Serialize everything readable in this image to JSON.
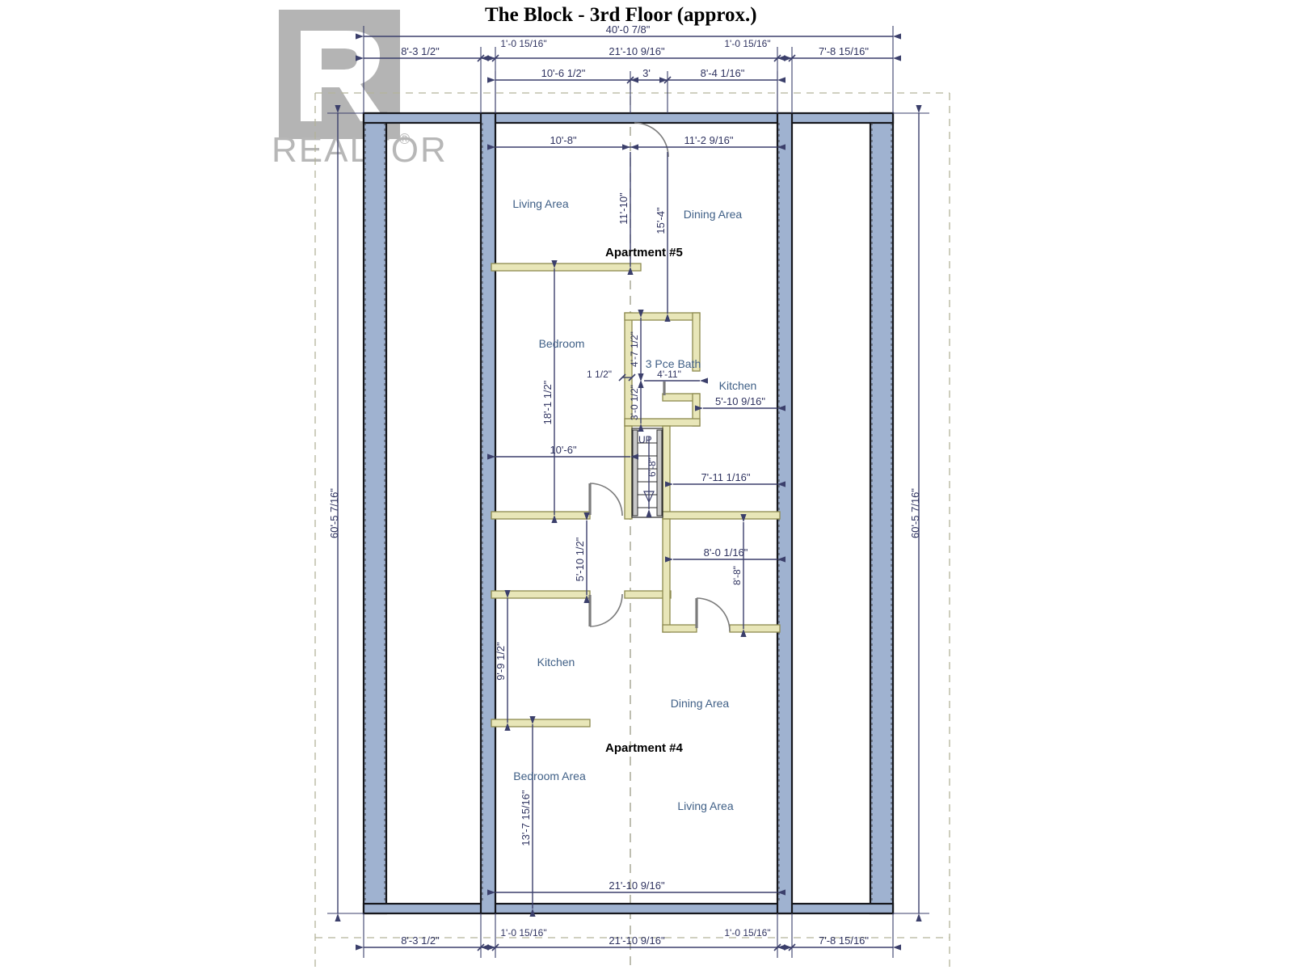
{
  "document": {
    "title": "The Block - 3rd Floor (approx.)",
    "type": "architectural-floor-plan"
  },
  "watermark": {
    "brand": "REALTOR",
    "registered_mark": "®",
    "logo_letter": "R"
  },
  "apartments": [
    {
      "id": "apt5",
      "label": "Apartment #5"
    },
    {
      "id": "apt4",
      "label": "Apartment #4"
    }
  ],
  "rooms": [
    {
      "id": "apt5-living",
      "label": "Living Area"
    },
    {
      "id": "apt5-dining",
      "label": "Dining Area"
    },
    {
      "id": "apt5-bedroom",
      "label": "Bedroom"
    },
    {
      "id": "apt5-bath",
      "label": "3 Pce Bath"
    },
    {
      "id": "apt5-kitchen",
      "label": "Kitchen"
    },
    {
      "id": "apt4-kitchen",
      "label": "Kitchen"
    },
    {
      "id": "apt4-dining",
      "label": "Dining Area"
    },
    {
      "id": "apt4-bedroom",
      "label": "Bedroom Area"
    },
    {
      "id": "apt4-living",
      "label": "Living Area"
    }
  ],
  "stair": {
    "direction_label": "UP",
    "width_dim": "6'-8\""
  },
  "dimensions": {
    "top_overall": "40'-0 7/8\"",
    "top_chain": [
      "8'-3 1/2\"",
      "1'-0 15/16\"",
      "21'-10 9/16\"",
      "1'-0 15/16\"",
      "7'-8 15/16\""
    ],
    "top_inner_chain": [
      "10'-6 1/2\"",
      "3'",
      "8'-4 1/16\""
    ],
    "bottom_chain": [
      "8'-3 1/2\"",
      "1'-0 15/16\"",
      "21'-10 9/16\"",
      "1'-0 15/16\"",
      "7'-8 15/16\""
    ],
    "bottom_inner": "21'-10 9/16\"",
    "left_overall": "60'-5 7/16\"",
    "right_overall": "60'-5 7/16\"",
    "apt5_living_width": "10'-8\"",
    "apt5_dining_width": "11'-2 9/16\"",
    "apt5_living_depth": "11'-10\"",
    "apt5_dining_depth": "15'-4\"",
    "apt5_bedroom_depth": "18'-1 1/2\"",
    "apt5_bedroom_width": "10'-6\"",
    "apt5_bath_depth": "4'-7 1/2\"",
    "apt5_bath_width": "4'-11\"",
    "apt5_wall_thickness": "1 1/2\"",
    "apt5_hall_depth": "3'-0 1/2\"",
    "apt5_kitchen_inset": "5'-10 9/16\"",
    "apt5_kitchen_width": "7'-11 1/16\"",
    "apt4_hall_depth": "5'-10 1/2\"",
    "apt4_room_width": "8'-0 1/16\"",
    "apt4_room_depth": "8'-8\"",
    "apt4_kitchen_depth": "9'-9 1/2\"",
    "apt4_bedroom_depth": "13'-7 15/16\""
  },
  "colors": {
    "exterior_wall_fill": "#9fb2d0",
    "exterior_wall_stroke": "#16171c",
    "interior_wall_fill": "#e8e6b8",
    "interior_wall_stroke": "#8d8a4f",
    "dimension": "#2f3360",
    "room_label": "#3f5f86",
    "watermark": "#b4b4b4",
    "background": "#ffffff"
  }
}
